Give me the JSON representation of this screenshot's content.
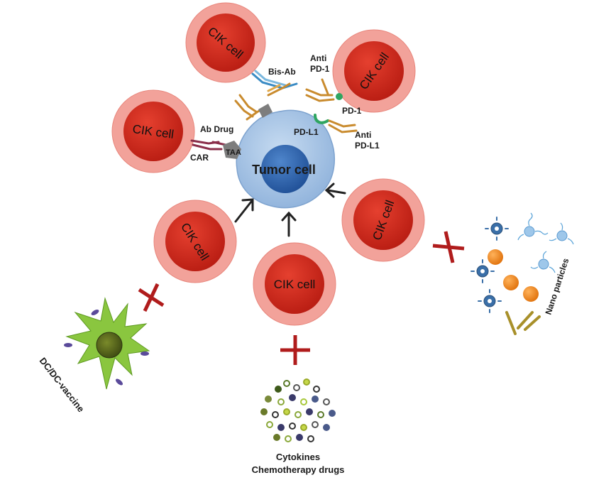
{
  "cells": {
    "cik_label": "CIK cell",
    "tumor_label": "Tumor cell"
  },
  "molecules": {
    "bis_ab": "Bis-Ab",
    "anti_pd1": "Anti PD-1",
    "pd1": "PD-1",
    "pdl1": "PD-L1",
    "anti_pdl1": "Anti PD-L1",
    "ab_drug": "Ab Drug",
    "car": "CAR",
    "taa": "TAA"
  },
  "combinations": {
    "dc_vaccine": "DC/DC-vaccine",
    "nano_particles": "Nano particles",
    "cytokines": "Cytokines",
    "chemo_drugs": "Chemotherapy drugs"
  },
  "colors": {
    "cik_outer": "#f2a29a",
    "cik_inner": "#d42a1c",
    "tumor_outer": "#a9c6e6",
    "tumor_nucleus": "#2f66b2",
    "plus_red": "#b01c1c",
    "dc_green": "#8ac63f",
    "nano_orange": "#f08a1c"
  }
}
